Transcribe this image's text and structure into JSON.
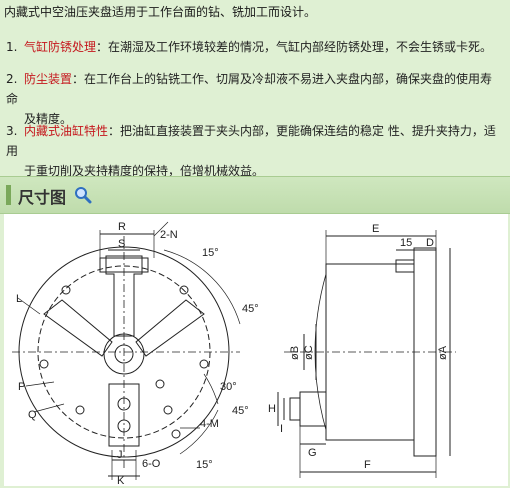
{
  "intro": "内藏式中空油压夹盘适用于工作台面的钻、铣加工而设计。",
  "features": [
    {
      "num": "1.",
      "title": "气缸防锈处理",
      "text": "：在潮湿及工作环境较差的情况，气缸内部经防锈处理，不会生锈或卡死。"
    },
    {
      "num": "2.",
      "title": "防尘装置",
      "text": "：在工作台上的钻铣工作、切屑及冷却液不易进入夹盘内部，确保夹盘的使用寿命",
      "text2": "及精度。"
    },
    {
      "num": "3.",
      "title": "内藏式油缸特性",
      "text": "：把油缸直接装置于夹头内部，更能确保连结的稳定 性、提升夹持力，适用",
      "text2": "于重切削及夹持精度的保持，倍增机械效益。"
    }
  ],
  "section": {
    "heading": "尺寸图"
  },
  "dims": {
    "R": "R",
    "S": "S",
    "N2": "2-N",
    "deg15a": "15°",
    "L": "L",
    "deg45a": "45°",
    "P": "P",
    "deg30": "30°",
    "Q": "Q",
    "deg45b": "45°",
    "M4": "4-M",
    "J": "J",
    "O6": "6-O",
    "K": "K",
    "deg15b": "15°",
    "E": "E",
    "n15": "15",
    "D": "D",
    "phiB": "øB",
    "phiC": "øC",
    "phiA": "øA",
    "H": "H",
    "I": "I",
    "G": "G",
    "F": "F"
  },
  "colors": {
    "page_bg": "#dff0d3",
    "accent_red": "#c5161c",
    "bar": "#bfdcac",
    "drawing_bg": "#ffffff"
  }
}
